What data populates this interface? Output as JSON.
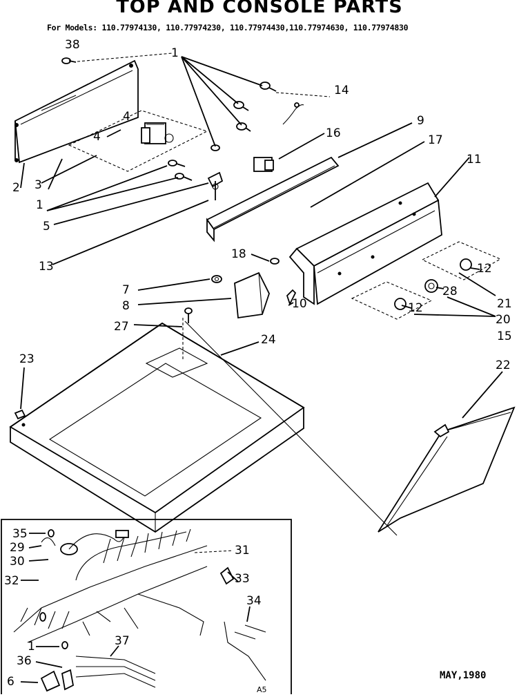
{
  "header": {
    "title": "TOP AND CONSOLE PARTS",
    "models": "For Models: 110.77974130, 110.77974230, 110.77974430,110.77974630, 110.77974830"
  },
  "footer": {
    "date": "MAY,1980",
    "code": "A5"
  },
  "callouts": {
    "c1": "1",
    "c1b": "1",
    "c1c": "1",
    "c2": "2",
    "c3": "3",
    "c4": "4",
    "c4b": "4",
    "c5": "5",
    "c6": "6",
    "c7": "7",
    "c8": "8",
    "c9": "9",
    "c10": "10",
    "c11": "11",
    "c12a": "12",
    "c12b": "12",
    "c13": "13",
    "c14": "14",
    "c15": "15",
    "c16": "16",
    "c17": "17",
    "c18": "18",
    "c20": "20",
    "c21": "21",
    "c22": "22",
    "c23": "23",
    "c24": "24",
    "c27": "27",
    "c28": "28",
    "c29": "29",
    "c30": "30",
    "c31": "31",
    "c32": "32",
    "c33": "33",
    "c34": "34",
    "c35": "35",
    "c36": "36",
    "c37": "37",
    "c38": "38"
  }
}
